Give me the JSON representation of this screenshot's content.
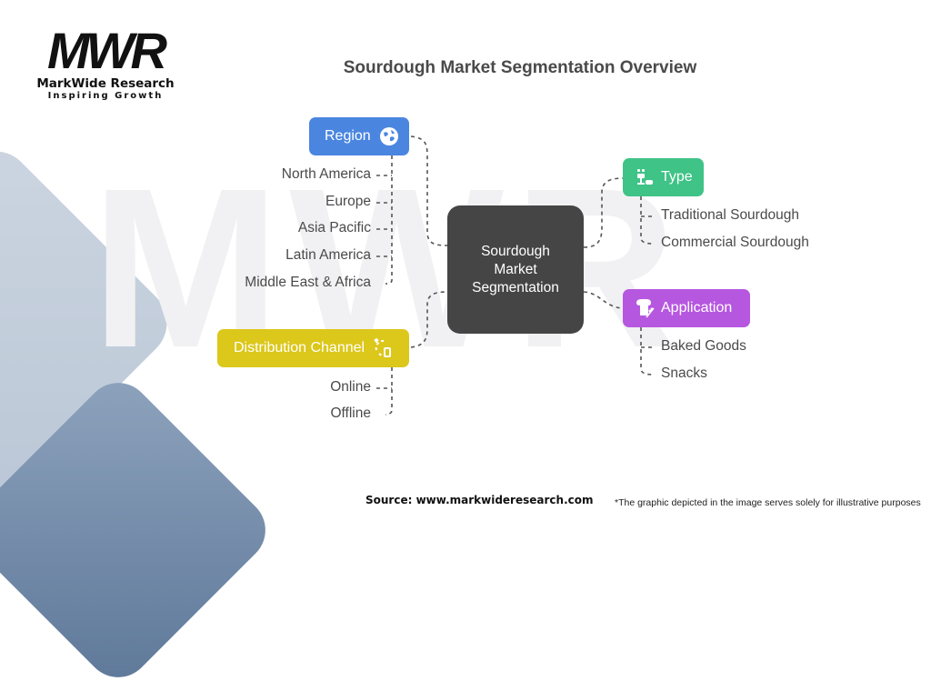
{
  "logo": {
    "mark": "MWR",
    "name": "MarkWide Research",
    "tagline": "Inspiring Growth"
  },
  "title": "Sourdough Market Segmentation Overview",
  "center": {
    "lines": [
      "Sourdough",
      "Market",
      "Segmentation"
    ],
    "color": "#454545"
  },
  "categories": [
    {
      "label": "Region",
      "icon": "globe-icon",
      "color": "#4a86e0",
      "items": [
        "North America",
        "Europe",
        "Asia Pacific",
        "Latin America",
        "Middle East & Africa"
      ]
    },
    {
      "label": "Type",
      "icon": "bread-types-icon",
      "color": "#3fc387",
      "items": [
        "Traditional Sourdough",
        "Commercial Sourdough"
      ]
    },
    {
      "label": "Application",
      "icon": "bread-wheat-icon",
      "color": "#b657e0",
      "items": [
        "Baked Goods",
        "Snacks"
      ]
    },
    {
      "label": "Distribution Channel",
      "icon": "channel-cycle-icon",
      "color": "#dcc71b",
      "items": [
        "Online",
        "Offline"
      ]
    }
  ],
  "footer": {
    "source": "Source: www.markwideresearch.com",
    "disclaimer": "*The graphic depicted in the image serves solely for illustrative purposes"
  }
}
